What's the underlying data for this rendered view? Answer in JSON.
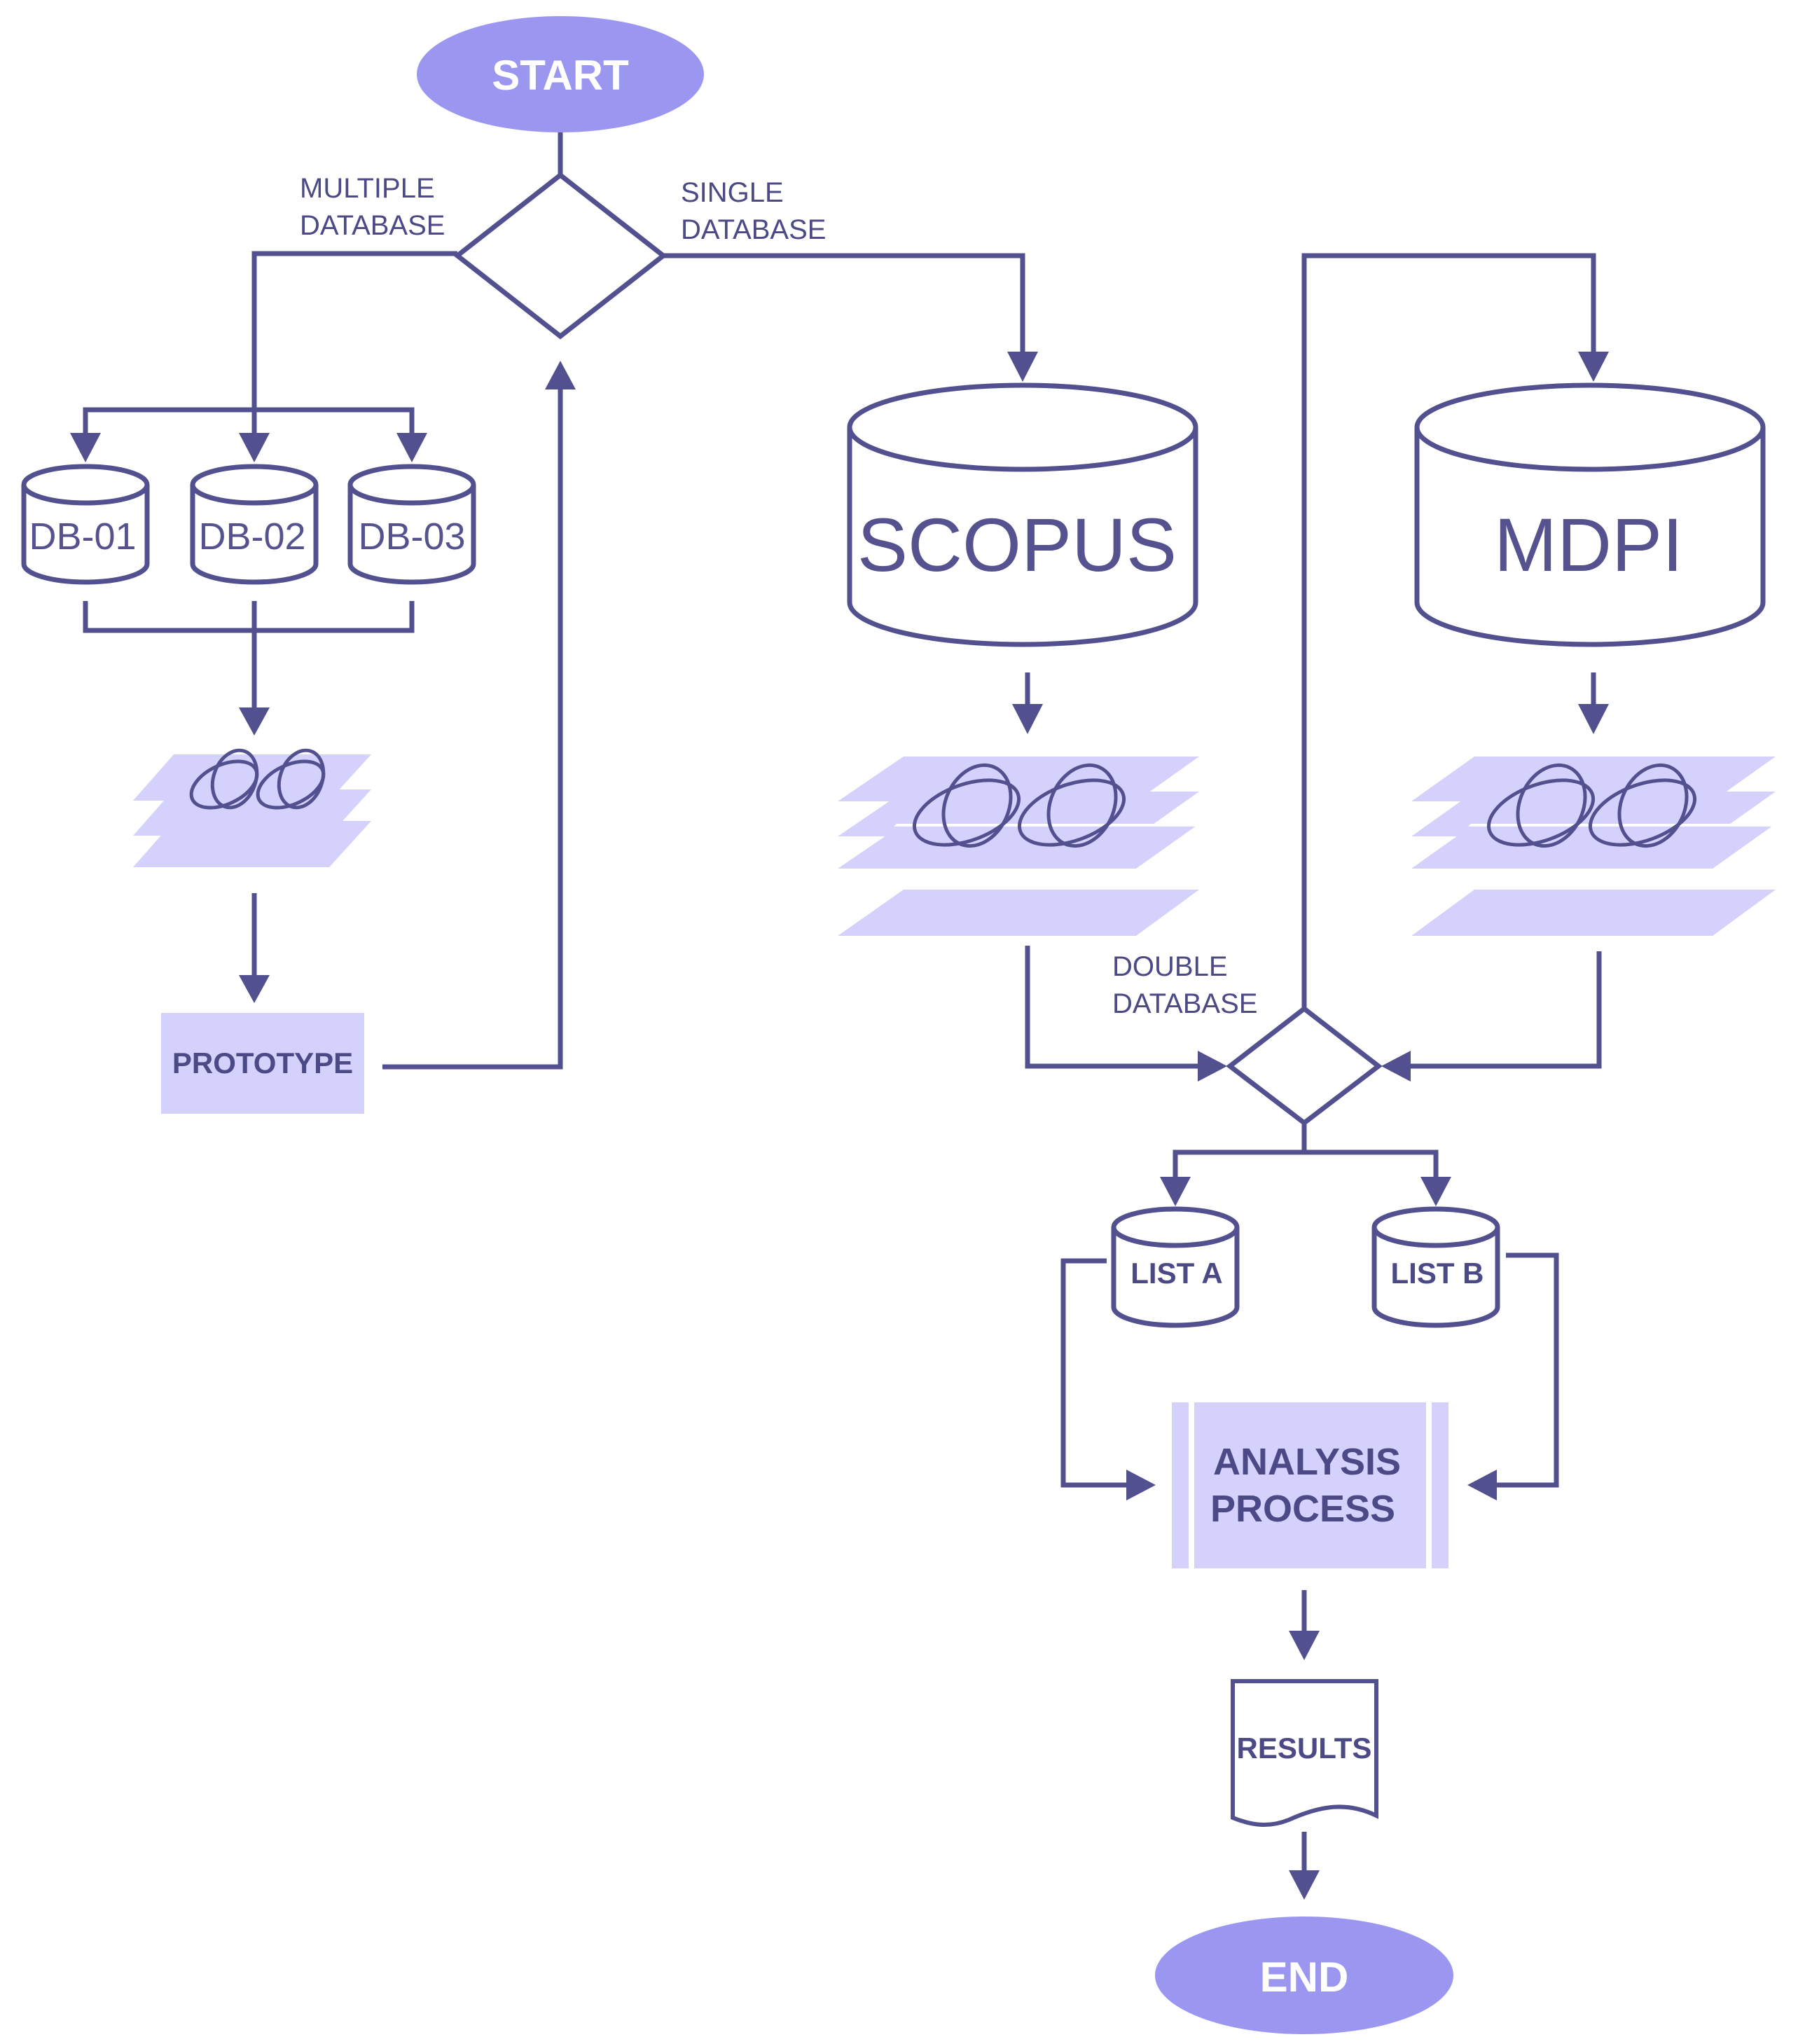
{
  "nodes": {
    "start": "START",
    "end": "END",
    "db01": "DB-01",
    "db02": "DB-02",
    "db03": "DB-03",
    "scopus": "SCOPUS",
    "mdpi": "MDPI",
    "prototype": "PROTOTYPE",
    "list_a": "LIST A",
    "list_b": "LIST B",
    "analysis_line1": "ANALYSIS",
    "analysis_line2": "PROCESS",
    "results": "RESULTS"
  },
  "edges": {
    "multiple_line1": "MULTIPLE",
    "multiple_line2": "DATABASE",
    "single_line1": "SINGLE",
    "single_line2": "DATABASE",
    "double_line1": "DOUBLE",
    "double_line2": "DATABASE"
  },
  "colors": {
    "line": "#53508f",
    "light_fill": "#d4d2fc",
    "terminal_fill": "#9b97f1",
    "text": "#4c4a86"
  }
}
